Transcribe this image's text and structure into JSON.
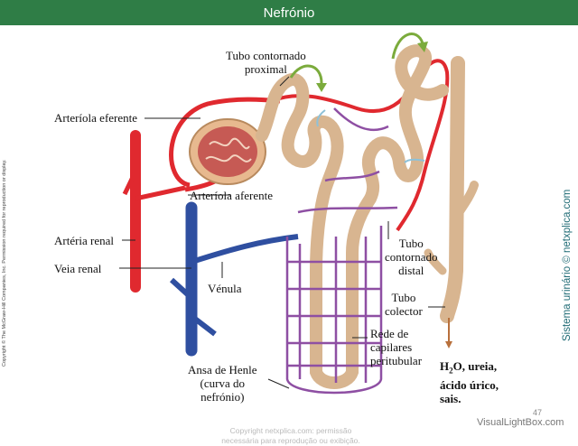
{
  "title": "Nefrónio",
  "labels": {
    "tubo_proximal": [
      "Tubo contornado",
      "proximal"
    ],
    "arteriola_eferente": "Arteríola eferente",
    "arteriola_aferente": "Arteríola aferente",
    "arteria_renal": "Artéria renal",
    "veia_renal": "Veia renal",
    "venula": "Vénula",
    "tubo_distal": [
      "Tubo",
      "contornado",
      "distal"
    ],
    "tubo_colector": [
      "Tubo",
      "colector"
    ],
    "rede_capilares": [
      "Rede de",
      "capilares",
      "peritubular"
    ],
    "ansa_henle": [
      "Ansa de Henle",
      "(curva do",
      "nefrónio)"
    ],
    "output_line1_pre": "H",
    "output_line1_sub": "2",
    "output_line1_post": "O, ureia,",
    "output_line2": "ácido úrico,",
    "output_line3": "sais."
  },
  "side_copyright": "Copyright © The McGraw-Hill Companies, Inc. Permission required for reproduction or display.",
  "side_brand": "Sistema urinário © netxplica.com",
  "page_number": "47",
  "watermark": [
    "Copyright netxplica.com: permissão",
    "necessária para reprodução ou exibição."
  ],
  "footer_brand": "VisualLightBox.com",
  "colors": {
    "title_bar": "#2f7d46",
    "artery": "#e0292f",
    "vein": "#2f4fa0",
    "capillary": "#8e4fa3",
    "tubule": "#d8b590",
    "arrow": "#7bab3c"
  }
}
